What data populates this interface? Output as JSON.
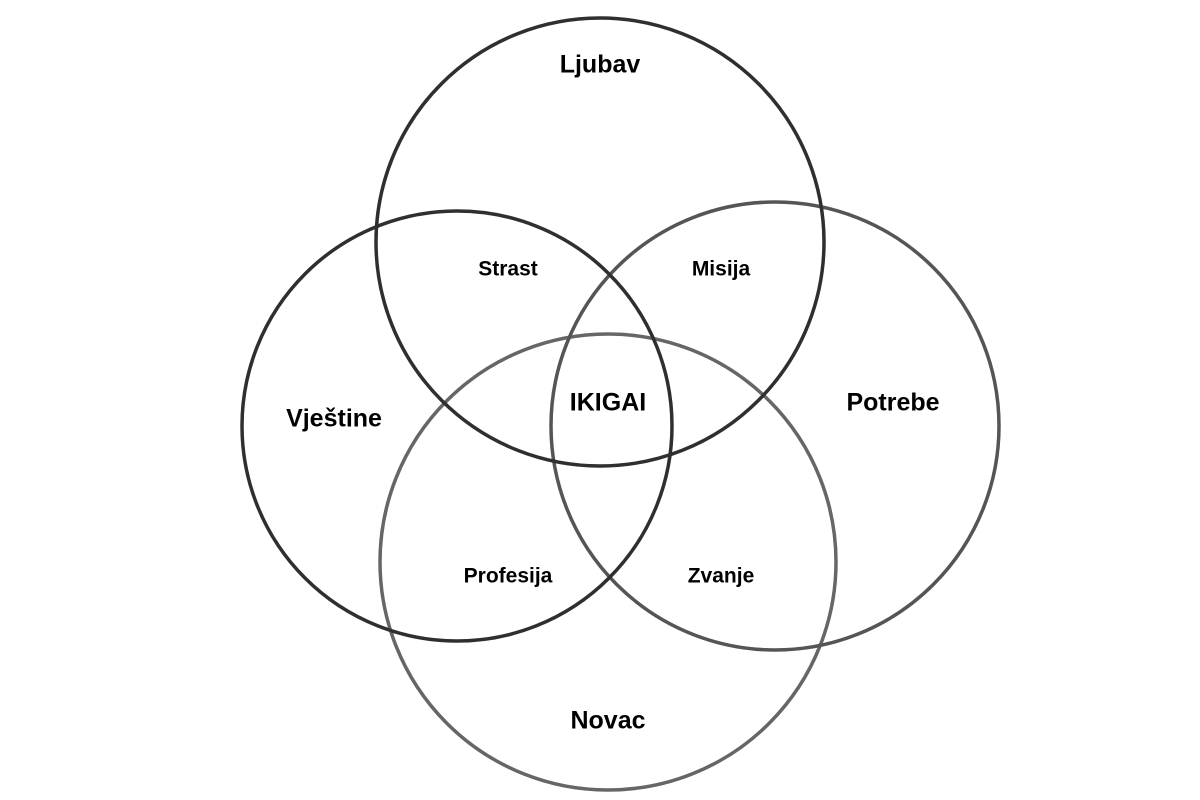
{
  "circles": {
    "ljubav": {
      "label": "Ljubav",
      "color": "#2f2f2f"
    },
    "vjestine": {
      "label": "Vještine",
      "color": "#2f2f2f"
    },
    "potrebe": {
      "label": "Potrebe",
      "color": "#555555"
    },
    "novac": {
      "label": "Novac",
      "color": "#666666"
    }
  },
  "overlaps": {
    "strast": "Strast",
    "misija": "Misija",
    "profesija": "Profesija",
    "zvanje": "Zvanje"
  },
  "center": "IKIGAI"
}
